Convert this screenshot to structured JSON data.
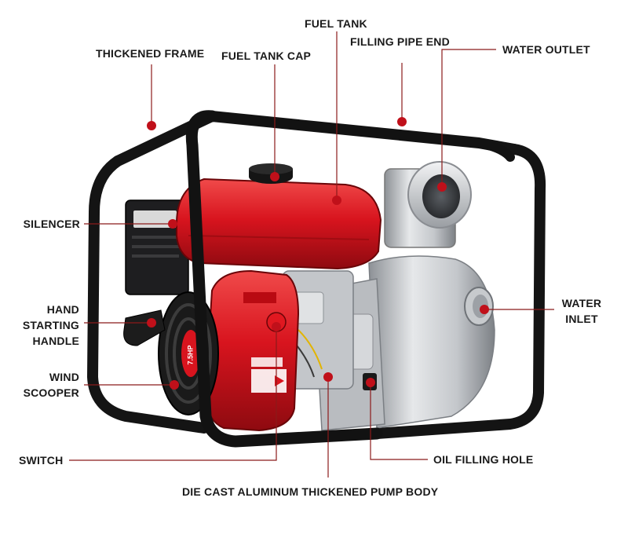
{
  "labels": {
    "fuel_tank": "FUEL TANK",
    "filling_pipe_end": "FILLING PIPE END",
    "water_outlet": "WATER OUTLET",
    "thickened_frame": "THICKENED FRAME",
    "fuel_tank_cap": "FUEL TANK CAP",
    "silencer": "SILENCER",
    "hand_starting_handle": [
      "HAND",
      "STARTING",
      "HANDLE"
    ],
    "water_inlet": [
      "WATER",
      "INLET"
    ],
    "wind_scooper": [
      "WIND",
      "SCOOPER"
    ],
    "switch": "SWITCH",
    "oil_filling_hole": "OIL FILLING HOLE",
    "pump_body": "DIE CAST ALUMINUM THICKENED PUMP BODY"
  },
  "engine_decals": {
    "power_rating": "7.5HP"
  },
  "colors": {
    "leader_line": "#8b1a1a",
    "marker_dot": "#c0101a",
    "frame_black": "#141414",
    "engine_red": "#d8141e",
    "aluminum": "#c9ccd0",
    "label_text": "#1a1a1a"
  }
}
